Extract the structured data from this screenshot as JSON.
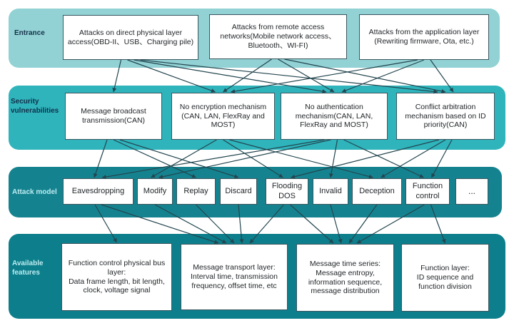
{
  "figure": {
    "title": "Vehicle network attack surface and detection features diagram",
    "colors": {
      "edge": "#23454f",
      "box_bg": "#ffffff",
      "box_border": "#3a565f",
      "box_text": "#1f2326",
      "canvas_bg": "#ffffff"
    },
    "bands": [
      {
        "id": "entrance",
        "label": "Entrance",
        "bg": "#92d2d4",
        "label_color": "#16314a",
        "boxes": [
          {
            "id": "e1",
            "text": "Attacks on direct physical layer access(OBD-II、USB、Charging pile)"
          },
          {
            "id": "e2",
            "text": "Attacks from remote access networks(Mobile network access、Bluetooth、WI-FI)"
          },
          {
            "id": "e3",
            "text": "Attacks from the application layer (Rewriting firmware, Ota, etc.)"
          }
        ]
      },
      {
        "id": "vulnerabilities",
        "label": "Security\nvulnerabilities",
        "bg": "#2fb4bc",
        "label_color": "#123049",
        "boxes": [
          {
            "id": "v1",
            "text": "Message broadcast transmission(CAN)"
          },
          {
            "id": "v2",
            "text": "No encryption mechanism (CAN, LAN, FlexRay and MOST)"
          },
          {
            "id": "v3",
            "text": "No authentication mechanism(CAN, LAN, FlexRay and MOST)"
          },
          {
            "id": "v4",
            "text": "Conflict arbitration mechanism based on ID priority(CAN)"
          }
        ]
      },
      {
        "id": "attack-model",
        "label": "Attack model",
        "bg": "#15838f",
        "label_color": "#bdecf1",
        "boxes": [
          {
            "id": "a1",
            "text": "Eavesdropping"
          },
          {
            "id": "a2",
            "text": "Modify"
          },
          {
            "id": "a3",
            "text": "Replay"
          },
          {
            "id": "a4",
            "text": "Discard"
          },
          {
            "id": "a5",
            "text": "Flooding DOS"
          },
          {
            "id": "a6",
            "text": "Invalid"
          },
          {
            "id": "a7",
            "text": "Deception"
          },
          {
            "id": "a8",
            "text": "Function control"
          },
          {
            "id": "a9",
            "text": "..."
          }
        ]
      },
      {
        "id": "features",
        "label": "Available\nfeatures",
        "bg": "#0d7e8b",
        "label_color": "#bdecf1",
        "boxes": [
          {
            "id": "f1",
            "text": "Function control physical bus layer:\nData frame length, bit length, clock, voltage signal"
          },
          {
            "id": "f2",
            "text": "Message transport layer:\nInterval time, transmission frequency, offset time, etc"
          },
          {
            "id": "f3",
            "text": "Message time series:\nMessage entropy, information sequence, message distribution"
          },
          {
            "id": "f4",
            "text": "Function layer:\nID sequence and function division"
          }
        ]
      }
    ],
    "edges": [
      [
        "e1",
        "v1"
      ],
      [
        "e1",
        "v2"
      ],
      [
        "e1",
        "v3"
      ],
      [
        "e1",
        "v4"
      ],
      [
        "e2",
        "v2"
      ],
      [
        "e2",
        "v3"
      ],
      [
        "e2",
        "v4"
      ],
      [
        "e3",
        "v2"
      ],
      [
        "e3",
        "v3"
      ],
      [
        "e3",
        "v4"
      ],
      [
        "v1",
        "a1"
      ],
      [
        "v1",
        "a3"
      ],
      [
        "v1",
        "a4"
      ],
      [
        "v2",
        "a2"
      ],
      [
        "v2",
        "a5"
      ],
      [
        "v2",
        "a7"
      ],
      [
        "v3",
        "a1"
      ],
      [
        "v3",
        "a2"
      ],
      [
        "v3",
        "a6"
      ],
      [
        "v3",
        "a8"
      ],
      [
        "v4",
        "a5"
      ],
      [
        "v4",
        "a7"
      ],
      [
        "v4",
        "a8"
      ],
      [
        "a1",
        "f1"
      ],
      [
        "a1",
        "f2"
      ],
      [
        "a2",
        "f2"
      ],
      [
        "a3",
        "f2"
      ],
      [
        "a4",
        "f2"
      ],
      [
        "a5",
        "f2"
      ],
      [
        "a5",
        "f3"
      ],
      [
        "a6",
        "f3"
      ],
      [
        "a7",
        "f3"
      ],
      [
        "a8",
        "f3"
      ],
      [
        "a8",
        "f4"
      ]
    ]
  }
}
